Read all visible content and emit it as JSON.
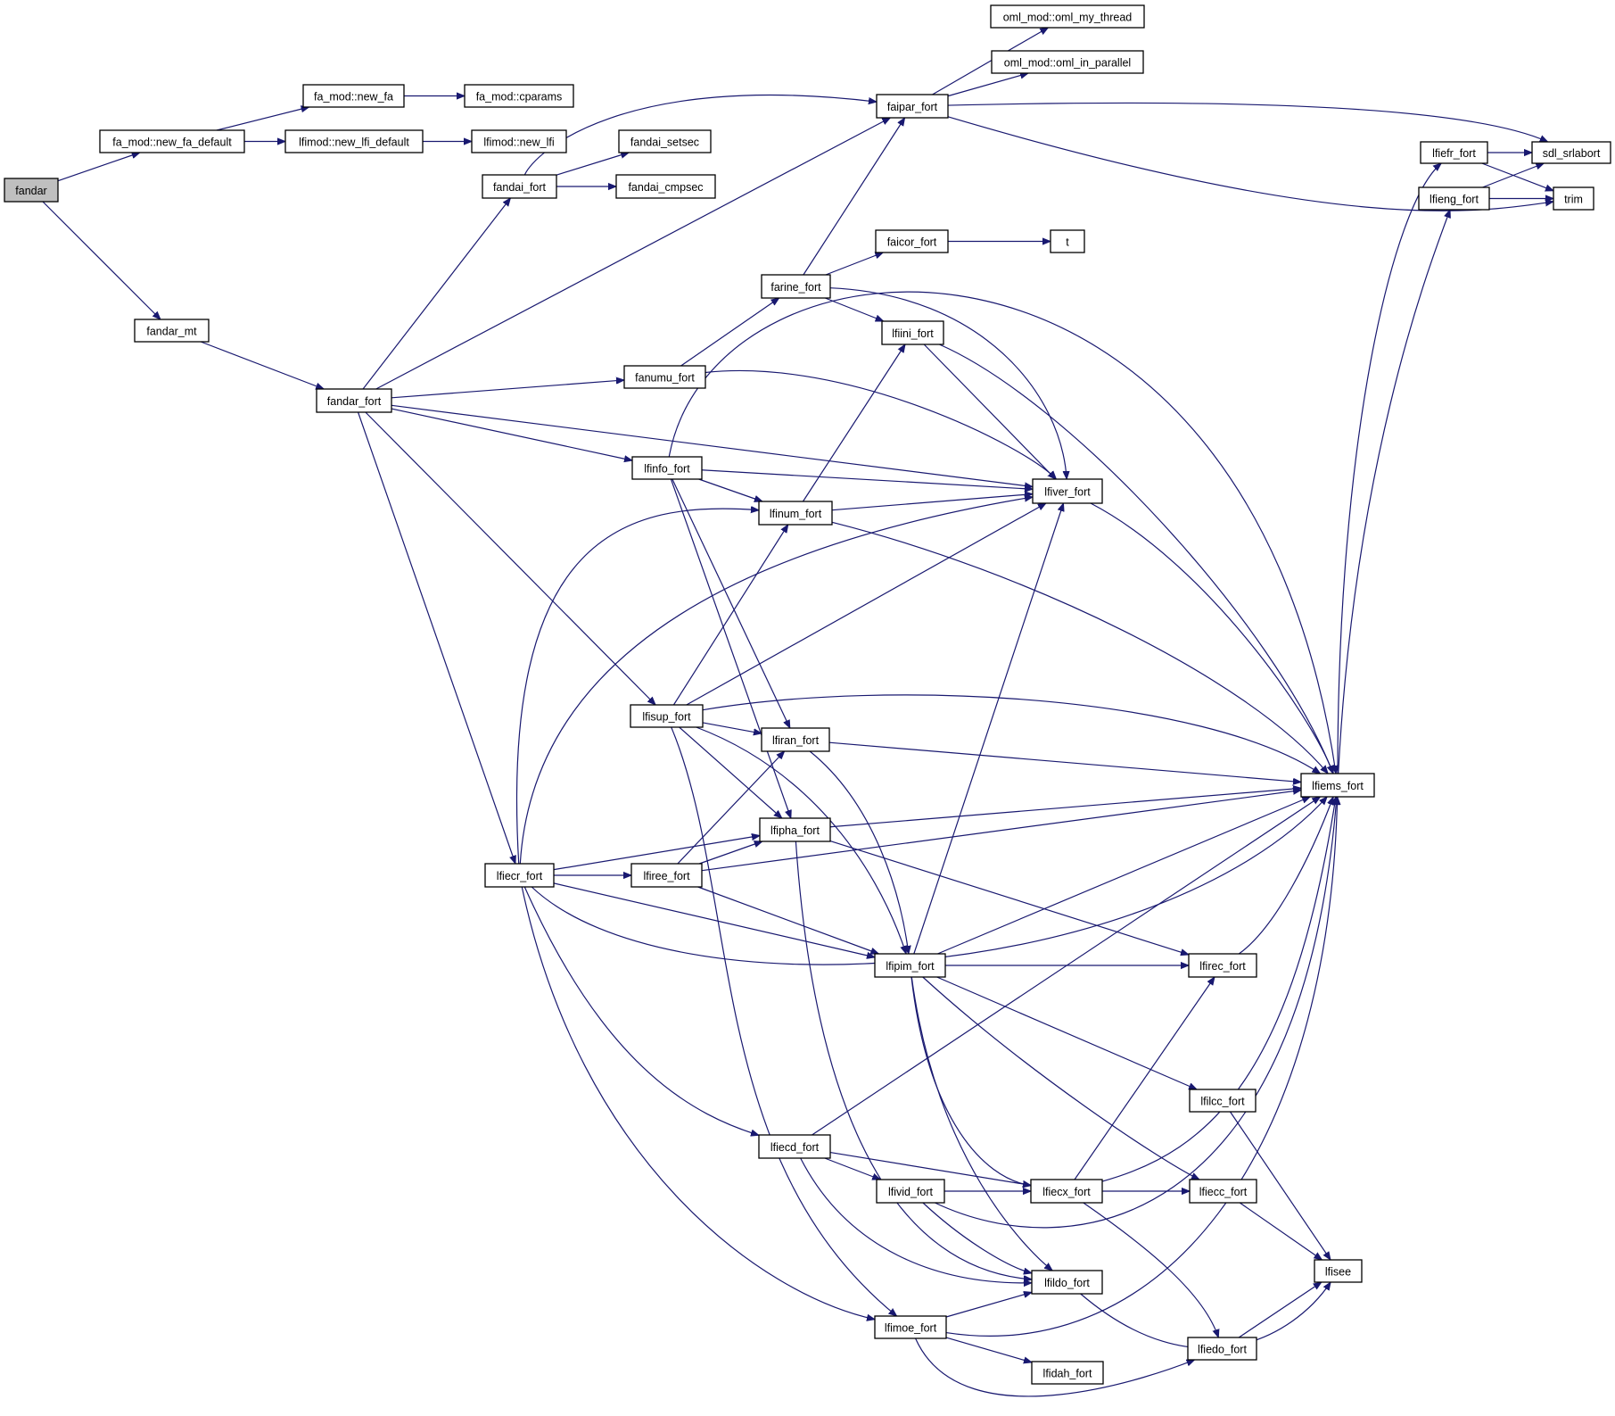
{
  "graph": {
    "title": "fandar call graph",
    "root": "fandar",
    "colors": {
      "edge": "#191970",
      "node_border": "#000000",
      "node_fill": "#ffffff",
      "root_fill": "#bfbfbf"
    },
    "nodes": [
      {
        "id": "fandar",
        "label": "fandar"
      },
      {
        "id": "new_fa_default",
        "label": "fa_mod::new_fa_default"
      },
      {
        "id": "new_fa",
        "label": "fa_mod::new_fa"
      },
      {
        "id": "cparams",
        "label": "fa_mod::cparams"
      },
      {
        "id": "new_lfi_default",
        "label": "lfimod::new_lfi_default"
      },
      {
        "id": "new_lfi",
        "label": "lfimod::new_lfi"
      },
      {
        "id": "fandar_mt",
        "label": "fandar_mt"
      },
      {
        "id": "fandai_fort",
        "label": "fandai_fort"
      },
      {
        "id": "fandai_setsec",
        "label": "fandai_setsec"
      },
      {
        "id": "fandai_cmpsec",
        "label": "fandai_cmpsec"
      },
      {
        "id": "fandar_fort",
        "label": "fandar_fort"
      },
      {
        "id": "faipar_fort",
        "label": "faipar_fort"
      },
      {
        "id": "oml_my_thread",
        "label": "oml_mod::oml_my_thread"
      },
      {
        "id": "oml_in_parallel",
        "label": "oml_mod::oml_in_parallel"
      },
      {
        "id": "faicor_fort",
        "label": "faicor_fort"
      },
      {
        "id": "t",
        "label": "t"
      },
      {
        "id": "farine_fort",
        "label": "farine_fort"
      },
      {
        "id": "lfiini_fort",
        "label": "lfiini_fort"
      },
      {
        "id": "fanumu_fort",
        "label": "fanumu_fort"
      },
      {
        "id": "lfinfo_fort",
        "label": "lfinfo_fort"
      },
      {
        "id": "lfinum_fort",
        "label": "lfinum_fort"
      },
      {
        "id": "lfiver_fort",
        "label": "lfiver_fort"
      },
      {
        "id": "lfiefr_fort",
        "label": "lfiefr_fort"
      },
      {
        "id": "sdl_srlabort",
        "label": "sdl_srlabort"
      },
      {
        "id": "lfieng_fort",
        "label": "lfieng_fort"
      },
      {
        "id": "trim",
        "label": "trim"
      },
      {
        "id": "lfisup_fort",
        "label": "lfisup_fort"
      },
      {
        "id": "lfiran_fort",
        "label": "lfiran_fort"
      },
      {
        "id": "lfiems_fort",
        "label": "lfiems_fort"
      },
      {
        "id": "lfipha_fort",
        "label": "lfipha_fort"
      },
      {
        "id": "lfiecr_fort",
        "label": "lfiecr_fort"
      },
      {
        "id": "lfiree_fort",
        "label": "lfiree_fort"
      },
      {
        "id": "lfipim_fort",
        "label": "lfipim_fort"
      },
      {
        "id": "lfirec_fort",
        "label": "lfirec_fort"
      },
      {
        "id": "lfilcc_fort",
        "label": "lfilcc_fort"
      },
      {
        "id": "lfiecd_fort",
        "label": "lfiecd_fort"
      },
      {
        "id": "lfivid_fort",
        "label": "lfivid_fort"
      },
      {
        "id": "lfiecx_fort",
        "label": "lfiecx_fort"
      },
      {
        "id": "lfiecc_fort",
        "label": "lfiecc_fort"
      },
      {
        "id": "lfisee",
        "label": "lfisee"
      },
      {
        "id": "lfildo_fort",
        "label": "lfildo_fort"
      },
      {
        "id": "lfimoe_fort",
        "label": "lfimoe_fort"
      },
      {
        "id": "lfidah_fort",
        "label": "lfidah_fort"
      },
      {
        "id": "lfiedo_fort",
        "label": "lfiedo_fort"
      }
    ],
    "edges": [
      {
        "from": "fandar",
        "to": "new_fa_default"
      },
      {
        "from": "fandar",
        "to": "fandar_mt"
      },
      {
        "from": "new_fa_default",
        "to": "new_fa"
      },
      {
        "from": "new_fa_default",
        "to": "new_lfi_default"
      },
      {
        "from": "new_fa",
        "to": "cparams"
      },
      {
        "from": "new_lfi_default",
        "to": "new_lfi"
      },
      {
        "from": "fandar_mt",
        "to": "fandar_fort"
      },
      {
        "from": "fandar_fort",
        "to": "fandai_fort"
      },
      {
        "from": "fandar_fort",
        "to": "faipar_fort"
      },
      {
        "from": "fandar_fort",
        "to": "fanumu_fort"
      },
      {
        "from": "fandar_fort",
        "to": "lfiver_fort"
      },
      {
        "from": "fandar_fort",
        "to": "lfinfo_fort"
      },
      {
        "from": "fandar_fort",
        "to": "lfisup_fort"
      },
      {
        "from": "fandar_fort",
        "to": "lfiecr_fort"
      },
      {
        "from": "fandai_fort",
        "to": "faipar_fort"
      },
      {
        "from": "fandai_fort",
        "to": "fandai_setsec"
      },
      {
        "from": "fandai_fort",
        "to": "fandai_cmpsec"
      },
      {
        "from": "faipar_fort",
        "to": "oml_my_thread"
      },
      {
        "from": "faipar_fort",
        "to": "oml_in_parallel"
      },
      {
        "from": "faipar_fort",
        "to": "sdl_srlabort"
      },
      {
        "from": "faipar_fort",
        "to": "trim"
      },
      {
        "from": "faicor_fort",
        "to": "t"
      },
      {
        "from": "farine_fort",
        "to": "faipar_fort"
      },
      {
        "from": "farine_fort",
        "to": "faicor_fort"
      },
      {
        "from": "farine_fort",
        "to": "lfiini_fort"
      },
      {
        "from": "farine_fort",
        "to": "lfiver_fort"
      },
      {
        "from": "fanumu_fort",
        "to": "farine_fort"
      },
      {
        "from": "fanumu_fort",
        "to": "lfiver_fort"
      },
      {
        "from": "lfiini_fort",
        "to": "lfiver_fort"
      },
      {
        "from": "lfiini_fort",
        "to": "lfiems_fort"
      },
      {
        "from": "lfinfo_fort",
        "to": "lfiems_fort"
      },
      {
        "from": "lfinfo_fort",
        "to": "lfiver_fort"
      },
      {
        "from": "lfinfo_fort",
        "to": "lfinum_fort"
      },
      {
        "from": "lfinfo_fort",
        "to": "lfiran_fort"
      },
      {
        "from": "lfinfo_fort",
        "to": "lfipha_fort"
      },
      {
        "from": "lfinum_fort",
        "to": "lfiini_fort"
      },
      {
        "from": "lfinum_fort",
        "to": "lfiver_fort"
      },
      {
        "from": "lfinum_fort",
        "to": "lfiems_fort"
      },
      {
        "from": "lfiver_fort",
        "to": "lfiems_fort"
      },
      {
        "from": "lfiefr_fort",
        "to": "sdl_srlabort"
      },
      {
        "from": "lfiefr_fort",
        "to": "trim"
      },
      {
        "from": "lfieng_fort",
        "to": "sdl_srlabort"
      },
      {
        "from": "lfieng_fort",
        "to": "trim"
      },
      {
        "from": "lfiems_fort",
        "to": "lfiefr_fort"
      },
      {
        "from": "lfiems_fort",
        "to": "lfieng_fort"
      },
      {
        "from": "lfisup_fort",
        "to": "lfinum_fort"
      },
      {
        "from": "lfisup_fort",
        "to": "lfiver_fort"
      },
      {
        "from": "lfisup_fort",
        "to": "lfiems_fort"
      },
      {
        "from": "lfisup_fort",
        "to": "lfiran_fort"
      },
      {
        "from": "lfisup_fort",
        "to": "lfipha_fort"
      },
      {
        "from": "lfisup_fort",
        "to": "lfipim_fort"
      },
      {
        "from": "lfisup_fort",
        "to": "lfimoe_fort"
      },
      {
        "from": "lfiran_fort",
        "to": "lfiems_fort"
      },
      {
        "from": "lfiran_fort",
        "to": "lfipim_fort"
      },
      {
        "from": "lfipha_fort",
        "to": "lfiems_fort"
      },
      {
        "from": "lfipha_fort",
        "to": "lfirec_fort"
      },
      {
        "from": "lfipha_fort",
        "to": "lfildo_fort"
      },
      {
        "from": "lfiecr_fort",
        "to": "lfinum_fort"
      },
      {
        "from": "lfiecr_fort",
        "to": "lfiver_fort"
      },
      {
        "from": "lfiecr_fort",
        "to": "lfipha_fort"
      },
      {
        "from": "lfiecr_fort",
        "to": "lfiree_fort"
      },
      {
        "from": "lfiecr_fort",
        "to": "lfipim_fort"
      },
      {
        "from": "lfiecr_fort",
        "to": "lfiems_fort"
      },
      {
        "from": "lfiecr_fort",
        "to": "lfiecd_fort"
      },
      {
        "from": "lfiecr_fort",
        "to": "lfimoe_fort"
      },
      {
        "from": "lfiree_fort",
        "to": "lfiran_fort"
      },
      {
        "from": "lfiree_fort",
        "to": "lfipha_fort"
      },
      {
        "from": "lfiree_fort",
        "to": "lfiems_fort"
      },
      {
        "from": "lfiree_fort",
        "to": "lfipim_fort"
      },
      {
        "from": "lfipim_fort",
        "to": "lfiver_fort"
      },
      {
        "from": "lfipim_fort",
        "to": "lfiems_fort"
      },
      {
        "from": "lfipim_fort",
        "to": "lfirec_fort"
      },
      {
        "from": "lfipim_fort",
        "to": "lfilcc_fort"
      },
      {
        "from": "lfipim_fort",
        "to": "lfiecc_fort"
      },
      {
        "from": "lfipim_fort",
        "to": "lfiecx_fort"
      },
      {
        "from": "lfipim_fort",
        "to": "lfildo_fort"
      },
      {
        "from": "lfirec_fort",
        "to": "lfiems_fort"
      },
      {
        "from": "lfilcc_fort",
        "to": "lfisee"
      },
      {
        "from": "lfiecd_fort",
        "to": "lfiems_fort"
      },
      {
        "from": "lfiecd_fort",
        "to": "lfivid_fort"
      },
      {
        "from": "lfiecd_fort",
        "to": "lfiecx_fort"
      },
      {
        "from": "lfiecd_fort",
        "to": "lfildo_fort"
      },
      {
        "from": "lfivid_fort",
        "to": "lfiecx_fort"
      },
      {
        "from": "lfivid_fort",
        "to": "lfildo_fort"
      },
      {
        "from": "lfivid_fort",
        "to": "lfiems_fort"
      },
      {
        "from": "lfiecx_fort",
        "to": "lfirec_fort"
      },
      {
        "from": "lfiecx_fort",
        "to": "lfiems_fort"
      },
      {
        "from": "lfiecx_fort",
        "to": "lfiecc_fort"
      },
      {
        "from": "lfiecx_fort",
        "to": "lfiedo_fort"
      },
      {
        "from": "lfiecc_fort",
        "to": "lfisee"
      },
      {
        "from": "lfildo_fort",
        "to": "lfisee"
      },
      {
        "from": "lfimoe_fort",
        "to": "lfildo_fort"
      },
      {
        "from": "lfimoe_fort",
        "to": "lfiems_fort"
      },
      {
        "from": "lfimoe_fort",
        "to": "lfidah_fort"
      },
      {
        "from": "lfimoe_fort",
        "to": "lfiedo_fort"
      },
      {
        "from": "lfiedo_fort",
        "to": "lfisee"
      }
    ]
  }
}
